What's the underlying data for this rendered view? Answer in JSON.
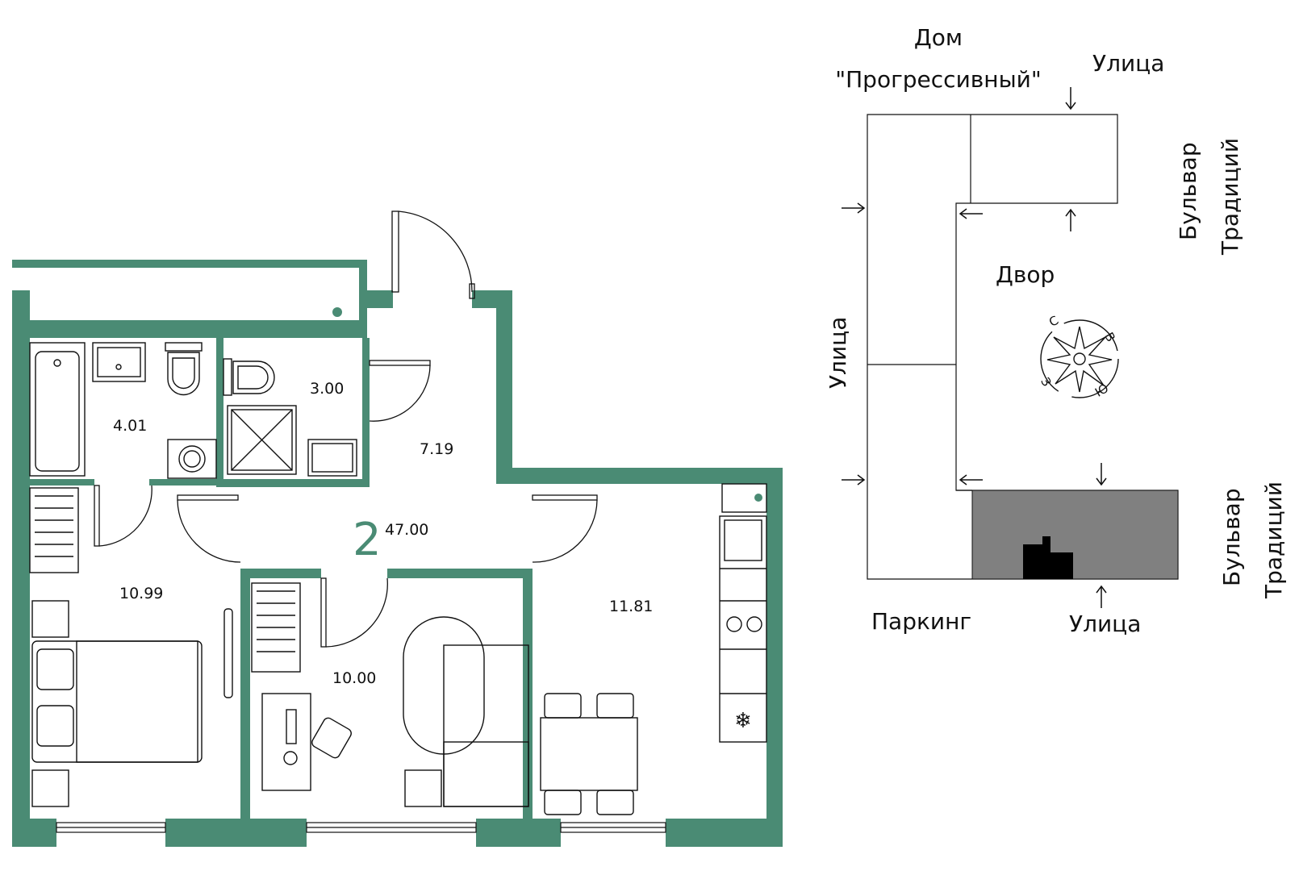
{
  "floorplan": {
    "rooms_count": "2",
    "total_area": "47.00",
    "areas": {
      "bathroom": "4.01",
      "shower_room": "3.00",
      "hallway": "7.19",
      "bedroom_left": "10.99",
      "bedroom_middle": "10.00",
      "kitchen_living": "11.81"
    }
  },
  "site_plan": {
    "building_name_line1": "Дом",
    "building_name_line2": "\"Прогрессивный\"",
    "street_top": "Улица",
    "street_left": "Улица",
    "street_bottom": "Улица",
    "boulevard_top_line1": "Бульвар",
    "boulevard_top_line2": "Традиций",
    "boulevard_bottom_line1": "Бульвар",
    "boulevard_bottom_line2": "Традиций",
    "courtyard": "Двор",
    "parking": "Паркинг",
    "compass": {
      "north": "С",
      "east": "В",
      "south": "Ю",
      "west": "З"
    }
  },
  "colors": {
    "wall": "#4a8b74",
    "line": "#111111",
    "highlight_block": "#808080",
    "apartment_marker": "#000000"
  }
}
